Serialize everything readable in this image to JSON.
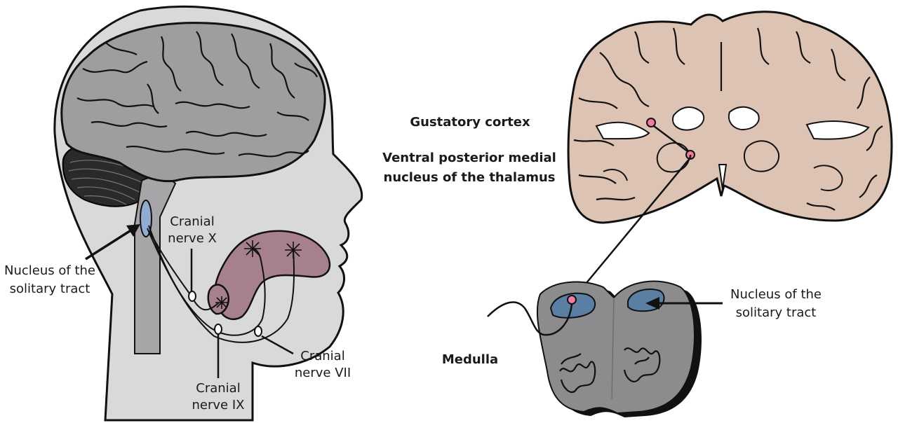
{
  "labels": {
    "nts_left_line1": "Nucleus of the",
    "nts_left_line2": "solitary tract",
    "cn_x_line1": "Cranial",
    "cn_x_line2": "nerve X",
    "cn_ix_line1": "Cranial",
    "cn_ix_line2": "nerve IX",
    "cn_vii_line1": "Cranial",
    "cn_vii_line2": "nerve VII",
    "gustatory_cortex": "Gustatory cortex",
    "vpm_line1": "Ventral posterior medial",
    "vpm_line2": "nucleus of the thalamus",
    "medulla": "Medulla",
    "nts_right_line1": "Nucleus of the",
    "nts_right_line2": "solitary tract"
  },
  "colors": {
    "head": "#d9d9d9",
    "brain": "#9e9ea0",
    "cerebellum": "#2a2a2a",
    "brainstem": "#a6a6a8",
    "tongue": "#a7808f",
    "nucleus": "#5b7fa3",
    "nucleus_light": "#90acd0",
    "coronal": "#dcc3b3",
    "medulla": "#8c8c8e",
    "relay_dot": "#f07ca0"
  }
}
